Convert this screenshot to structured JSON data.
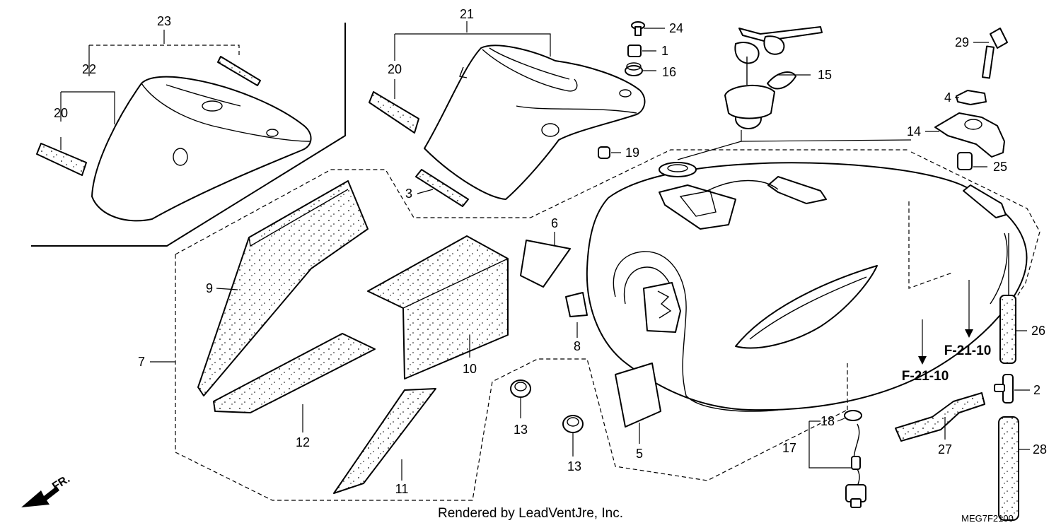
{
  "callouts": {
    "c1": "1",
    "c2": "2",
    "c3": "3",
    "c4": "4",
    "c5": "5",
    "c6": "6",
    "c7": "7",
    "c8": "8",
    "c9": "9",
    "c10": "10",
    "c11": "11",
    "c12": "12",
    "c13a": "13",
    "c13b": "13",
    "c14": "14",
    "c15": "15",
    "c16": "16",
    "c17": "17",
    "c18": "18",
    "c19": "19",
    "c20a": "20",
    "c20b": "20",
    "c21": "21",
    "c22": "22",
    "c23": "23",
    "c24": "24",
    "c25": "25",
    "c26": "26",
    "c27": "27",
    "c28": "28",
    "c29": "29"
  },
  "references": {
    "ref_a": "F-21-10",
    "ref_b": "F-21-10"
  },
  "direction_marker": "FR.",
  "credit": "Rendered by LeadVentJre, Inc.",
  "diagram_code": "MEG7F2100"
}
